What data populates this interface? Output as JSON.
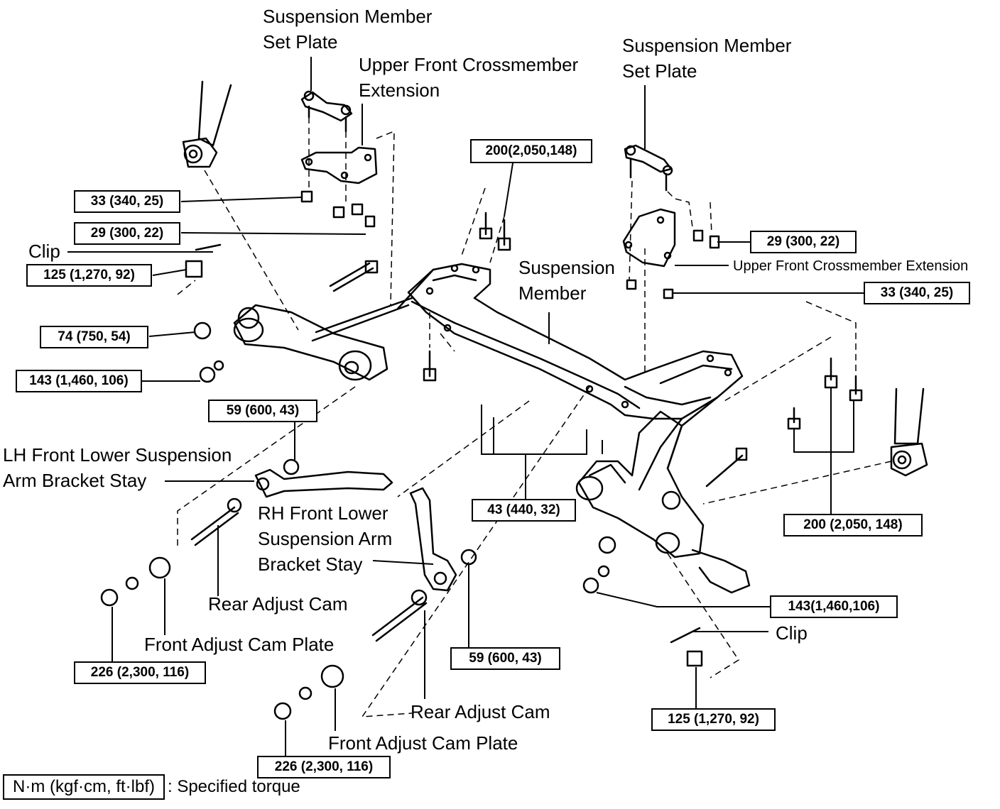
{
  "labels": {
    "susp_member_set_plate_left": [
      "Suspension Member",
      "Set Plate"
    ],
    "upper_front_crossmember_ext_left": [
      "Upper Front Crossmember",
      "Extension"
    ],
    "susp_member_set_plate_right": [
      "Suspension Member",
      "Set Plate"
    ],
    "upper_front_crossmember_ext_right": "Upper Front Crossmember Extension",
    "suspension_member": [
      "Suspension",
      "Member"
    ],
    "clip_left": "Clip",
    "clip_right": "Clip",
    "lh_stay": [
      "LH Front Lower Suspension",
      "Arm Bracket Stay"
    ],
    "rh_stay": [
      "RH Front Lower",
      "Suspension Arm",
      "Bracket Stay"
    ],
    "rear_adjust_cam_left": "Rear Adjust Cam",
    "rear_adjust_cam_right": "Rear Adjust Cam",
    "front_adjust_cam_plate_left": "Front Adjust Cam Plate",
    "front_adjust_cam_plate_right": "Front Adjust Cam Plate"
  },
  "torques": {
    "t_200_top": "200(2,050,148)",
    "t_33_left": "33 (340, 25)",
    "t_29_left": "29 (300, 22)",
    "t_125_left": "125 (1,270, 92)",
    "t_74": "74 (750, 54)",
    "t_143_left": "143 (1,460, 106)",
    "t_59_left": "59 (600, 43)",
    "t_43": "43 (440, 32)",
    "t_29_right": "29 (300, 22)",
    "t_33_right": "33 (340, 25)",
    "t_200_right": "200 (2,050, 148)",
    "t_143_right": "143(1,460,106)",
    "t_59_right": "59 (600, 43)",
    "t_125_right": "125 (1,270, 92)",
    "t_226_left": "226 (2,300, 116)",
    "t_226_bottom": "226 (2,300, 116)"
  },
  "legend": {
    "unit": "N·m (kgf·cm, ft·lbf)",
    "text": ": Specified torque"
  }
}
